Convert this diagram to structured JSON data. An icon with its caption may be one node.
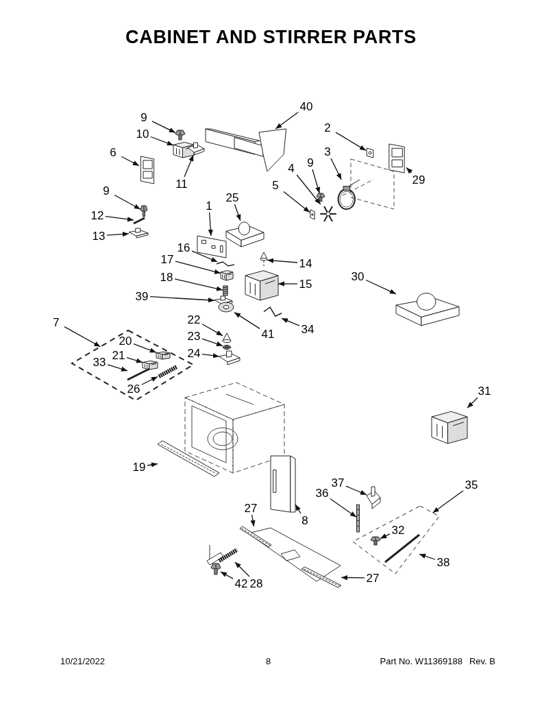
{
  "diagram": {
    "title": "CABINET AND STIRRER PARTS",
    "nodes": [
      {
        "text": [
          "40"
        ]
      },
      {
        "text": [],
        "shape": "picture"
      },
      {
        "text": [
          "9"
        ]
      },
      {
        "text": [],
        "shape": "picture"
      },
      {
        "text": [
          "2"
        ]
      },
      {
        "text": [],
        "shape": "picture"
      },
      {
        "text": [
          "10"
        ]
      },
      {
        "text": [],
        "shape": "picture"
      },
      {
        "text": [
          "6"
        ]
      },
      {
        "text": [],
        "shape": "picture"
      },
      {
        "text": [
          "3"
        ]
      },
      {
        "text": [],
        "shape": "picture"
      },
      {
        "text": [
          "4"
        ]
      },
      {
        "text": [],
        "shape": "picture"
      },
      {
        "text": [
          "9"
        ]
      },
      {
        "text": [],
        "shape": "picture"
      },
      {
        "text": [
          "29"
        ]
      },
      {
        "text": [],
        "shape": "picture"
      },
      {
        "text": [
          "11"
        ]
      },
      {
        "text": [],
        "shape": "picture"
      },
      {
        "text": [
          "5"
        ]
      },
      {
        "text": [],
        "shape": "picture"
      },
      {
        "text": [
          "9"
        ]
      },
      {
        "text": [],
        "shape": "picture"
      },
      {
        "text": [
          "25"
        ]
      },
      {
        "text": [],
        "shape": "picture"
      },
      {
        "text": [
          "1"
        ]
      },
      {
        "text": [],
        "shape": "picture"
      },
      {
        "text": [
          "12"
        ]
      },
      {
        "text": [],
        "shape": "picture"
      },
      {
        "text": [
          "13"
        ]
      },
      {
        "text": [],
        "shape": "picture"
      },
      {
        "text": [
          "16"
        ]
      },
      {
        "text": [],
        "shape": "picture"
      },
      {
        "text": [
          "17"
        ]
      },
      {
        "text": [],
        "shape": "picture"
      },
      {
        "text": [
          "14"
        ]
      },
      {
        "text": [],
        "shape": "picture"
      },
      {
        "text": [
          "30"
        ]
      },
      {
        "text": [],
        "shape": "picture"
      },
      {
        "text": [
          "18"
        ]
      },
      {
        "text": [],
        "shape": "picture"
      },
      {
        "text": [
          "15"
        ]
      },
      {
        "text": [],
        "shape": "picture"
      },
      {
        "text": [
          "39"
        ]
      },
      {
        "text": [],
        "shape": "picture"
      },
      {
        "text": [
          "7"
        ]
      },
      {
        "text": [],
        "shape": "diamond"
      },
      {
        "text": [
          "22"
        ]
      },
      {
        "text": [],
        "shape": "picture"
      },
      {
        "text": [
          "20"
        ],
        "in": 47
      },
      {
        "text": [],
        "shape": "picture",
        "in": 47
      },
      {
        "text": [
          "41"
        ]
      },
      {
        "text": [],
        "shape": "picture"
      },
      {
        "text": [
          "34"
        ]
      },
      {
        "text": [],
        "shape": "picture"
      },
      {
        "text": [
          "23"
        ]
      },
      {
        "text": [],
        "shape": "picture"
      },
      {
        "text": [
          "21"
        ],
        "in": 47
      },
      {
        "text": [],
        "shape": "picture",
        "in": 47
      },
      {
        "text": [
          "33"
        ],
        "in": 47
      },
      {
        "text": [],
        "shape": "picture",
        "in": 47
      },
      {
        "text": [
          "24"
        ]
      },
      {
        "text": [],
        "shape": "picture"
      },
      {
        "text": [
          "26"
        ],
        "in": 47
      },
      {
        "text": [],
        "shape": "picture",
        "in": 47
      },
      {
        "text": [
          "31"
        ]
      },
      {
        "text": [],
        "shape": "picture"
      },
      {
        "text": [
          "19"
        ]
      },
      {
        "text": [],
        "shape": "picture"
      },
      {
        "text": [
          "37"
        ]
      },
      {
        "text": [],
        "shape": "picture"
      },
      {
        "text": [
          "35"
        ]
      },
      {
        "text": [],
        "shape": "diamond"
      },
      {
        "text": [
          "36"
        ]
      },
      {
        "text": [],
        "shape": "picture"
      },
      {
        "text": [
          "8"
        ]
      },
      {
        "text": [],
        "shape": "picture"
      },
      {
        "text": [
          "27"
        ]
      },
      {
        "text": [],
        "shape": "picture"
      },
      {
        "text": [
          "32"
        ],
        "in": 73
      },
      {
        "text": [],
        "shape": "picture",
        "in": 73
      },
      {
        "text": [
          "38"
        ]
      },
      {
        "text": [],
        "shape": "picture",
        "in": 73
      },
      {
        "text": [
          "28"
        ]
      },
      {
        "text": [],
        "shape": "picture"
      },
      {
        "text": [
          "42"
        ]
      },
      {
        "text": [],
        "shape": "picture"
      },
      {
        "text": [
          "27"
        ]
      },
      {
        "text": [],
        "shape": "picture"
      }
    ],
    "edges": [
      {
        "from": 0,
        "to": 1,
        "arrow": "to"
      },
      {
        "from": 2,
        "to": 3,
        "arrow": "to"
      },
      {
        "from": 4,
        "to": 5,
        "arrow": "to"
      },
      {
        "from": 6,
        "to": 7,
        "arrow": "to"
      },
      {
        "from": 8,
        "to": 9,
        "arrow": "to"
      },
      {
        "from": 10,
        "to": 11,
        "arrow": "to"
      },
      {
        "from": 12,
        "to": 13,
        "arrow": "to"
      },
      {
        "from": 14,
        "to": 15,
        "arrow": "to"
      },
      {
        "from": 16,
        "to": 17,
        "arrow": "to"
      },
      {
        "from": 18,
        "to": 19,
        "arrow": "to"
      },
      {
        "from": 20,
        "to": 21,
        "arrow": "to"
      },
      {
        "from": 22,
        "to": 23,
        "arrow": "to"
      },
      {
        "from": 24,
        "to": 25,
        "arrow": "to"
      },
      {
        "from": 26,
        "to": 27,
        "arrow": "to"
      },
      {
        "from": 28,
        "to": 29,
        "arrow": "to"
      },
      {
        "from": 30,
        "to": 31,
        "arrow": "to"
      },
      {
        "from": 32,
        "to": 33,
        "arrow": "to"
      },
      {
        "from": 34,
        "to": 35,
        "arrow": "to"
      },
      {
        "from": 36,
        "to": 37,
        "arrow": "to"
      },
      {
        "from": 38,
        "to": 39,
        "arrow": "to"
      },
      {
        "from": 40,
        "to": 41,
        "arrow": "to"
      },
      {
        "from": 42,
        "to": 43,
        "arrow": "to"
      },
      {
        "from": 44,
        "to": 45,
        "arrow": "to"
      },
      {
        "from": 46,
        "to": 47,
        "arrow": "to"
      },
      {
        "from": 48,
        "to": 49,
        "arrow": "to"
      },
      {
        "from": 50,
        "to": 51,
        "arrow": "to"
      },
      {
        "from": 52,
        "to": 53,
        "arrow": "to"
      },
      {
        "from": 54,
        "to": 55,
        "arrow": "to"
      },
      {
        "from": 56,
        "to": 57,
        "arrow": "to"
      },
      {
        "from": 58,
        "to": 59,
        "arrow": "to"
      },
      {
        "from": 60,
        "to": 61,
        "arrow": "to"
      },
      {
        "from": 62,
        "to": 63,
        "arrow": "to"
      },
      {
        "from": 64,
        "to": 65,
        "arrow": "to"
      },
      {
        "from": 66,
        "to": 67,
        "arrow": "to"
      },
      {
        "from": 68,
        "to": 69,
        "arrow": "to"
      },
      {
        "from": 70,
        "to": 71,
        "arrow": "to"
      },
      {
        "from": 72,
        "to": 73,
        "arrow": "to"
      },
      {
        "from": 74,
        "to": 75,
        "arrow": "to"
      },
      {
        "from": 76,
        "to": 77,
        "arrow": "to"
      },
      {
        "from": 78,
        "to": 79,
        "arrow": "to"
      },
      {
        "from": 80,
        "to": 81,
        "arrow": "to"
      },
      {
        "from": 82,
        "to": 83,
        "arrow": "to"
      },
      {
        "from": 84,
        "to": 85,
        "arrow": "to"
      },
      {
        "from": 86,
        "to": 87,
        "arrow": "to"
      },
      {
        "from": 88,
        "to": 89,
        "arrow": "to"
      }
    ],
    "labels": [
      "10/21/2022",
      "8",
      "Part No. W11369188",
      "Rev. B"
    ]
  }
}
